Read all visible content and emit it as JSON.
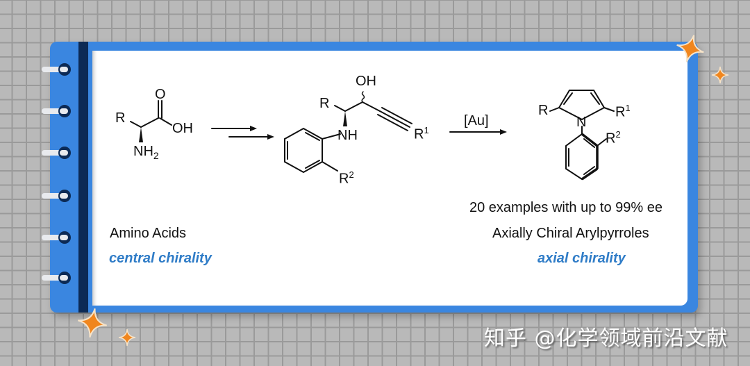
{
  "scheme": {
    "starting_material": {
      "name": "Amino Acids",
      "chirality": "central chirality",
      "atoms": {
        "r": "R",
        "o": "O",
        "oh": "OH",
        "nh2": "NH",
        "nh2_sub": "2"
      }
    },
    "intermediate": {
      "atoms": {
        "oh": "OH",
        "r": "R",
        "nh": "NH",
        "r1": "R",
        "r1_sup": "1",
        "r2": "R",
        "r2_sup": "2"
      }
    },
    "reagent": "[Au]",
    "product": {
      "name": "Axially Chiral Arylpyrroles",
      "chirality": "axial chirality",
      "scope": "20 examples with up to 99% ee",
      "atoms": {
        "r": "R",
        "n": "N",
        "r1": "R",
        "r1_sup": "1",
        "r2": "R",
        "r2_sup": "2"
      }
    }
  },
  "watermark": "知乎 @化学领域前沿文献",
  "colors": {
    "panel_blue": "#3a86e0",
    "spine_navy": "#0c2a55",
    "accent_text": "#2f7cc7",
    "sparkle_orange": "#f0861e",
    "grid_bg": "#b9b9b9"
  },
  "rings": [
    100,
    160,
    220,
    282,
    342,
    400
  ]
}
